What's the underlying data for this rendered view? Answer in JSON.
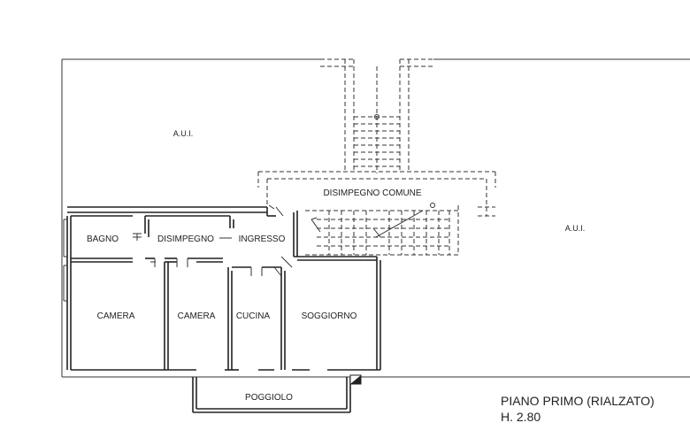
{
  "plan": {
    "rooms": {
      "aui_left": "A.U.I.",
      "aui_right": "A.U.I.",
      "disimpegno_comune": "DISIMPEGNO COMUNE",
      "bagno": "BAGNO",
      "disimpegno": "DISIMPEGNO",
      "ingresso": "INGRESSO",
      "camera_1": "CAMERA",
      "camera_2": "CAMERA",
      "cucina": "CUCINA",
      "soggiorno": "SOGGIORNO",
      "poggiolo": "POGGIOLO"
    },
    "title": "PIANO PRIMO (RIALZATO)",
    "height": "H. 2.80"
  }
}
